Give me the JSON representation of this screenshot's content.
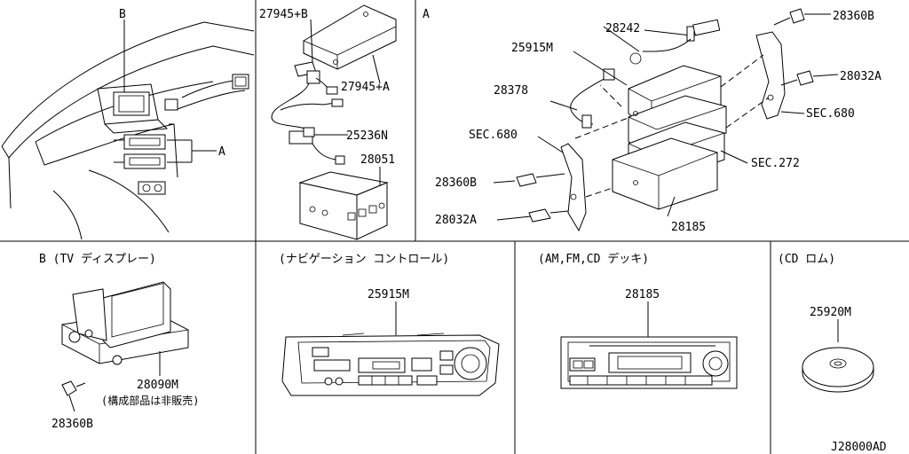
{
  "top_left": {
    "callout_b": "B",
    "callout_a": "A"
  },
  "top_mid": {
    "p27945b": "27945+B",
    "p27945a": "27945+A",
    "p25236n": "25236N",
    "p28051": "28051"
  },
  "top_right": {
    "section": "A",
    "p28242": "28242",
    "p25915m": "25915M",
    "p28378": "28378",
    "sec680_left": "SEC.680",
    "p28360b_left": "28360B",
    "p28032a_left": "28032A",
    "p28185": "28185",
    "sec272": "SEC.272",
    "sec680_right": "SEC.680",
    "p28032a_right": "28032A",
    "p28360b_right": "28360B"
  },
  "bottom": {
    "tv": {
      "header": "B (TV ディスプレー)",
      "part": "28090M",
      "note": "(構成部品は非販売)",
      "screw": "28360B"
    },
    "nav": {
      "header": "(ナビゲーション コントロール)",
      "part": "25915M"
    },
    "deck": {
      "header": "(AM,FM,CD デッキ)",
      "part": "28185"
    },
    "cdrom": {
      "header": "(CD ロム)",
      "part": "25920M"
    }
  },
  "footer": {
    "code": "J28000AD"
  }
}
